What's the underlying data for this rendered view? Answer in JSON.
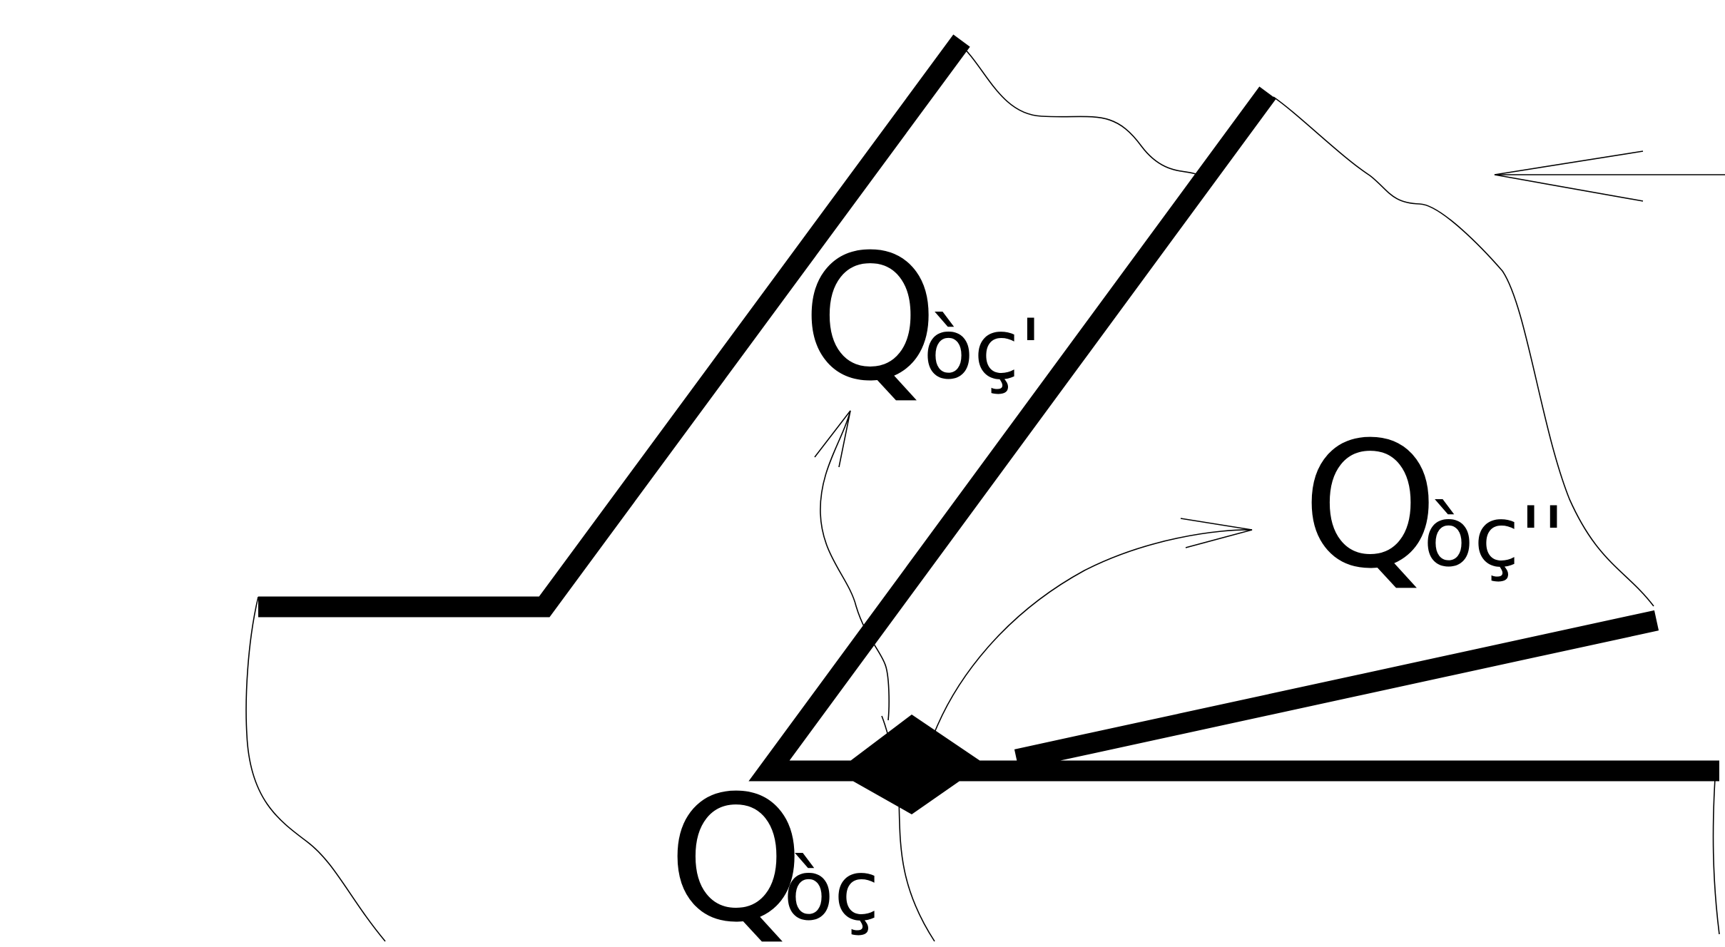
{
  "colors": {
    "stroke": "#000000",
    "background": "#ffffff"
  },
  "labels": {
    "bottom": {
      "main": "Q",
      "sub": "òç"
    },
    "upper": {
      "main": "Q",
      "sub": "òç'"
    },
    "right": {
      "main": "Q",
      "sub": "òç''"
    }
  },
  "icons": {
    "flow_arrow": "arrow",
    "junction": "diamond-node"
  }
}
